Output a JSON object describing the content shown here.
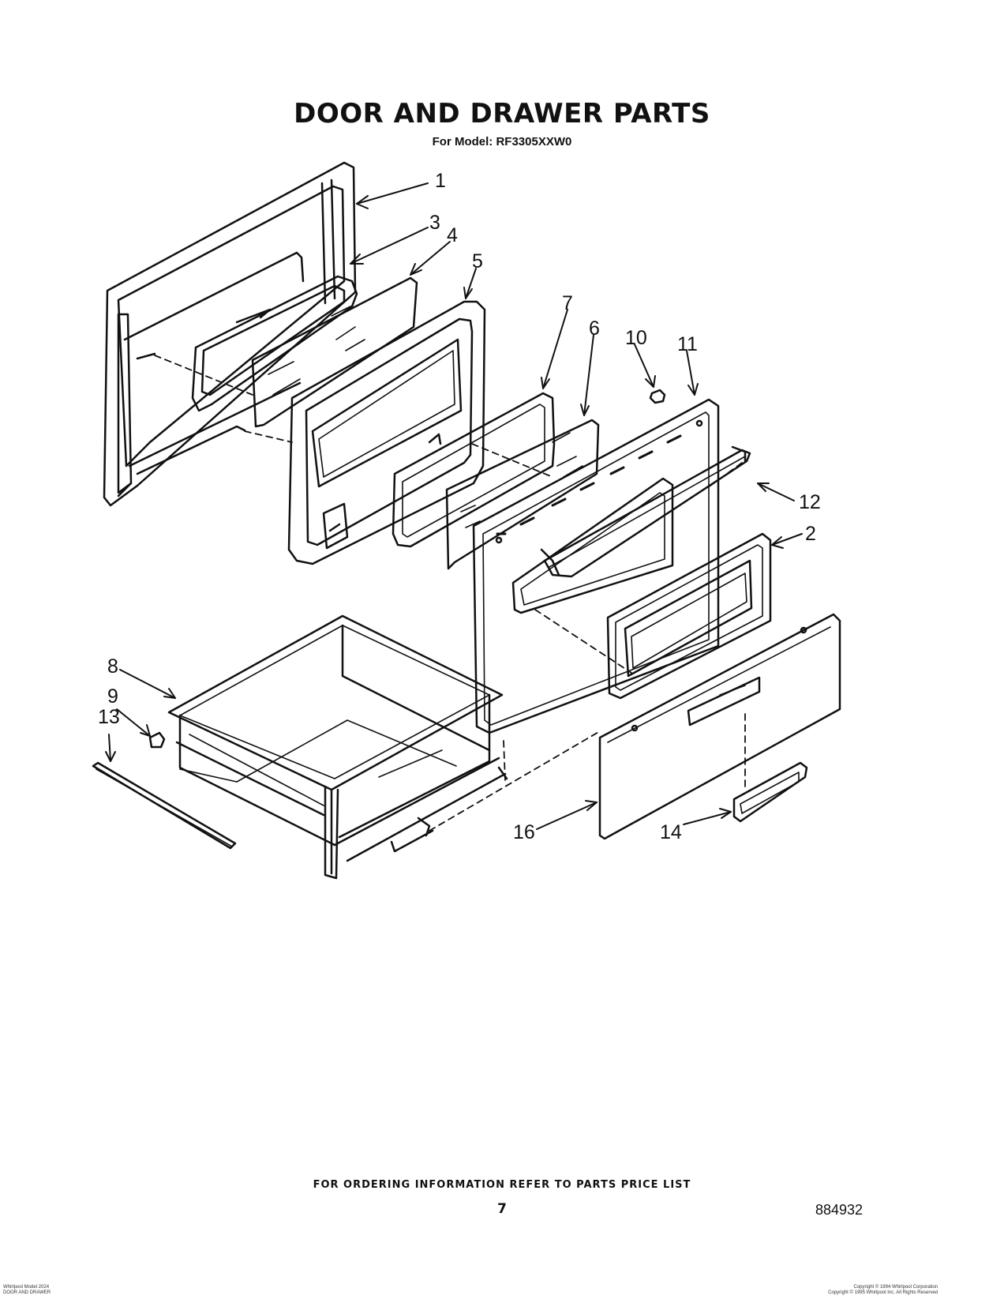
{
  "header": {
    "title": "DOOR AND DRAWER PARTS",
    "subtitle": "For Model: RF3305XXW0"
  },
  "callouts": {
    "c1": "1",
    "c2": "2",
    "c3": "3",
    "c4": "4",
    "c5": "5",
    "c6": "6",
    "c7": "7",
    "c8": "8",
    "c9": "9",
    "c10": "10",
    "c11": "11",
    "c12": "12",
    "c13": "13",
    "c14": "14",
    "c16": "16"
  },
  "footer": {
    "note": "FOR ORDERING INFORMATION REFER TO PARTS PRICE LIST",
    "page_number": "7",
    "diagram_number": "884932",
    "left_fine_print_1": "Whirlpool Model 2024",
    "left_fine_print_2": "DOOR AND DRAWER",
    "right_fine_print_1": "Copyright © 1994 Whirlpool Corporation",
    "right_fine_print_2": "Copyright © 1995 Whirlpool Inc. All Rights Reserved"
  },
  "colors": {
    "ink": "#111111",
    "paper": "#ffffff"
  }
}
